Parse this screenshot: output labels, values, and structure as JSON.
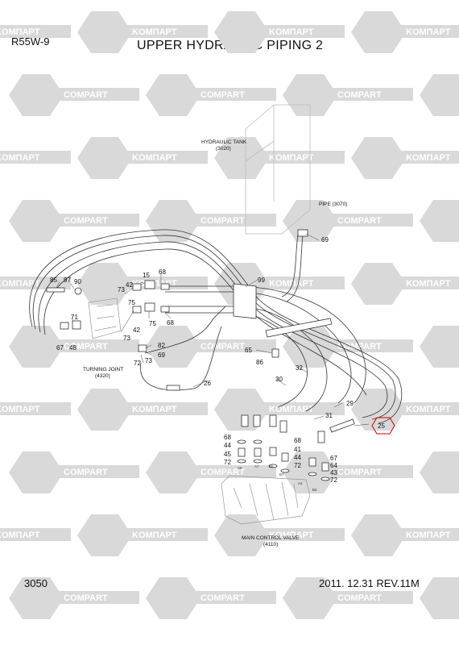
{
  "header": {
    "model": "R55W-9",
    "title": "UPPER HYDRAULIC PIPING 2"
  },
  "footer": {
    "page": "3050",
    "revision": "2011. 12.31 REV.11M"
  },
  "watermark": {
    "text_a": "KOMПAPT",
    "text_b": "COMPART",
    "color": "#d9d9d9"
  },
  "callouts": {
    "hydraulic_tank": "HYDRAULIC TANK",
    "hydraulic_tank_ref": "(3020)",
    "pipe": "PIPE (3070)",
    "turning_joint": "TURNING JOINT",
    "turning_joint_ref": "(4320)",
    "main_control_valve": "MAIN CONTROL VALVE",
    "main_control_valve_ref": "(4110)"
  },
  "parts": {
    "p85": "85",
    "p97": "97",
    "p90": "90",
    "p73a": "73",
    "p42a": "42",
    "p15a": "15",
    "p68a": "68",
    "p71": "71",
    "p75a": "75",
    "p73b": "73",
    "p42b": "42",
    "p75b": "75",
    "p68b": "68",
    "p67a": "67",
    "p48": "48",
    "p82": "82",
    "p69a": "69",
    "p72a": "72",
    "p73c": "73",
    "p26": "26",
    "p99": "99",
    "p69b": "69",
    "p65": "65",
    "p86": "86",
    "p32": "32",
    "p30": "30",
    "p29": "29",
    "p31": "31",
    "p25": "25",
    "p68c": "68",
    "p44a": "44",
    "p45": "45",
    "p72b": "72",
    "p68d": "68",
    "p41": "41",
    "p44b": "44",
    "p72c": "72",
    "p67b": "67",
    "p64": "64",
    "p43": "43",
    "p72d": "72"
  },
  "port_labels": {
    "a6": "A6",
    "a7": "A7",
    "b6": "B6",
    "b7": "B7",
    "a2": "A2",
    "b2": "B2"
  },
  "highlight": {
    "part": "25",
    "color": "#cc0000"
  }
}
